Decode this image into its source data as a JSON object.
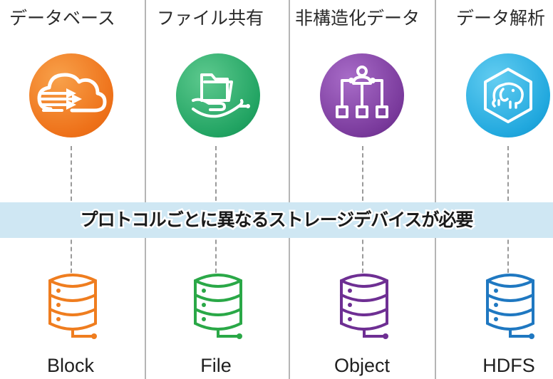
{
  "columns": [
    {
      "title": "データベース",
      "storage_label": "Block",
      "circle_color": "#f07a1e",
      "db_color": "#ef7d1f",
      "icon": "cloud-arrows-icon"
    },
    {
      "title": "ファイル共有",
      "storage_label": "File",
      "circle_color": "#25a866",
      "db_color": "#2aa847",
      "icon": "hand-folder-icon"
    },
    {
      "title": "非構造化データ",
      "storage_label": "Object",
      "circle_color": "#7a3a9c",
      "db_color": "#6e2f93",
      "icon": "hierarchy-icon"
    },
    {
      "title": "データ解析",
      "storage_label": "HDFS",
      "circle_color": "#1aa6dc",
      "db_color": "#1f78c1",
      "icon": "elephant-icon"
    }
  ],
  "banner": {
    "text": "プロトコルごとに異なるストレージデバイスが必要",
    "color": "#cfe7f3"
  }
}
